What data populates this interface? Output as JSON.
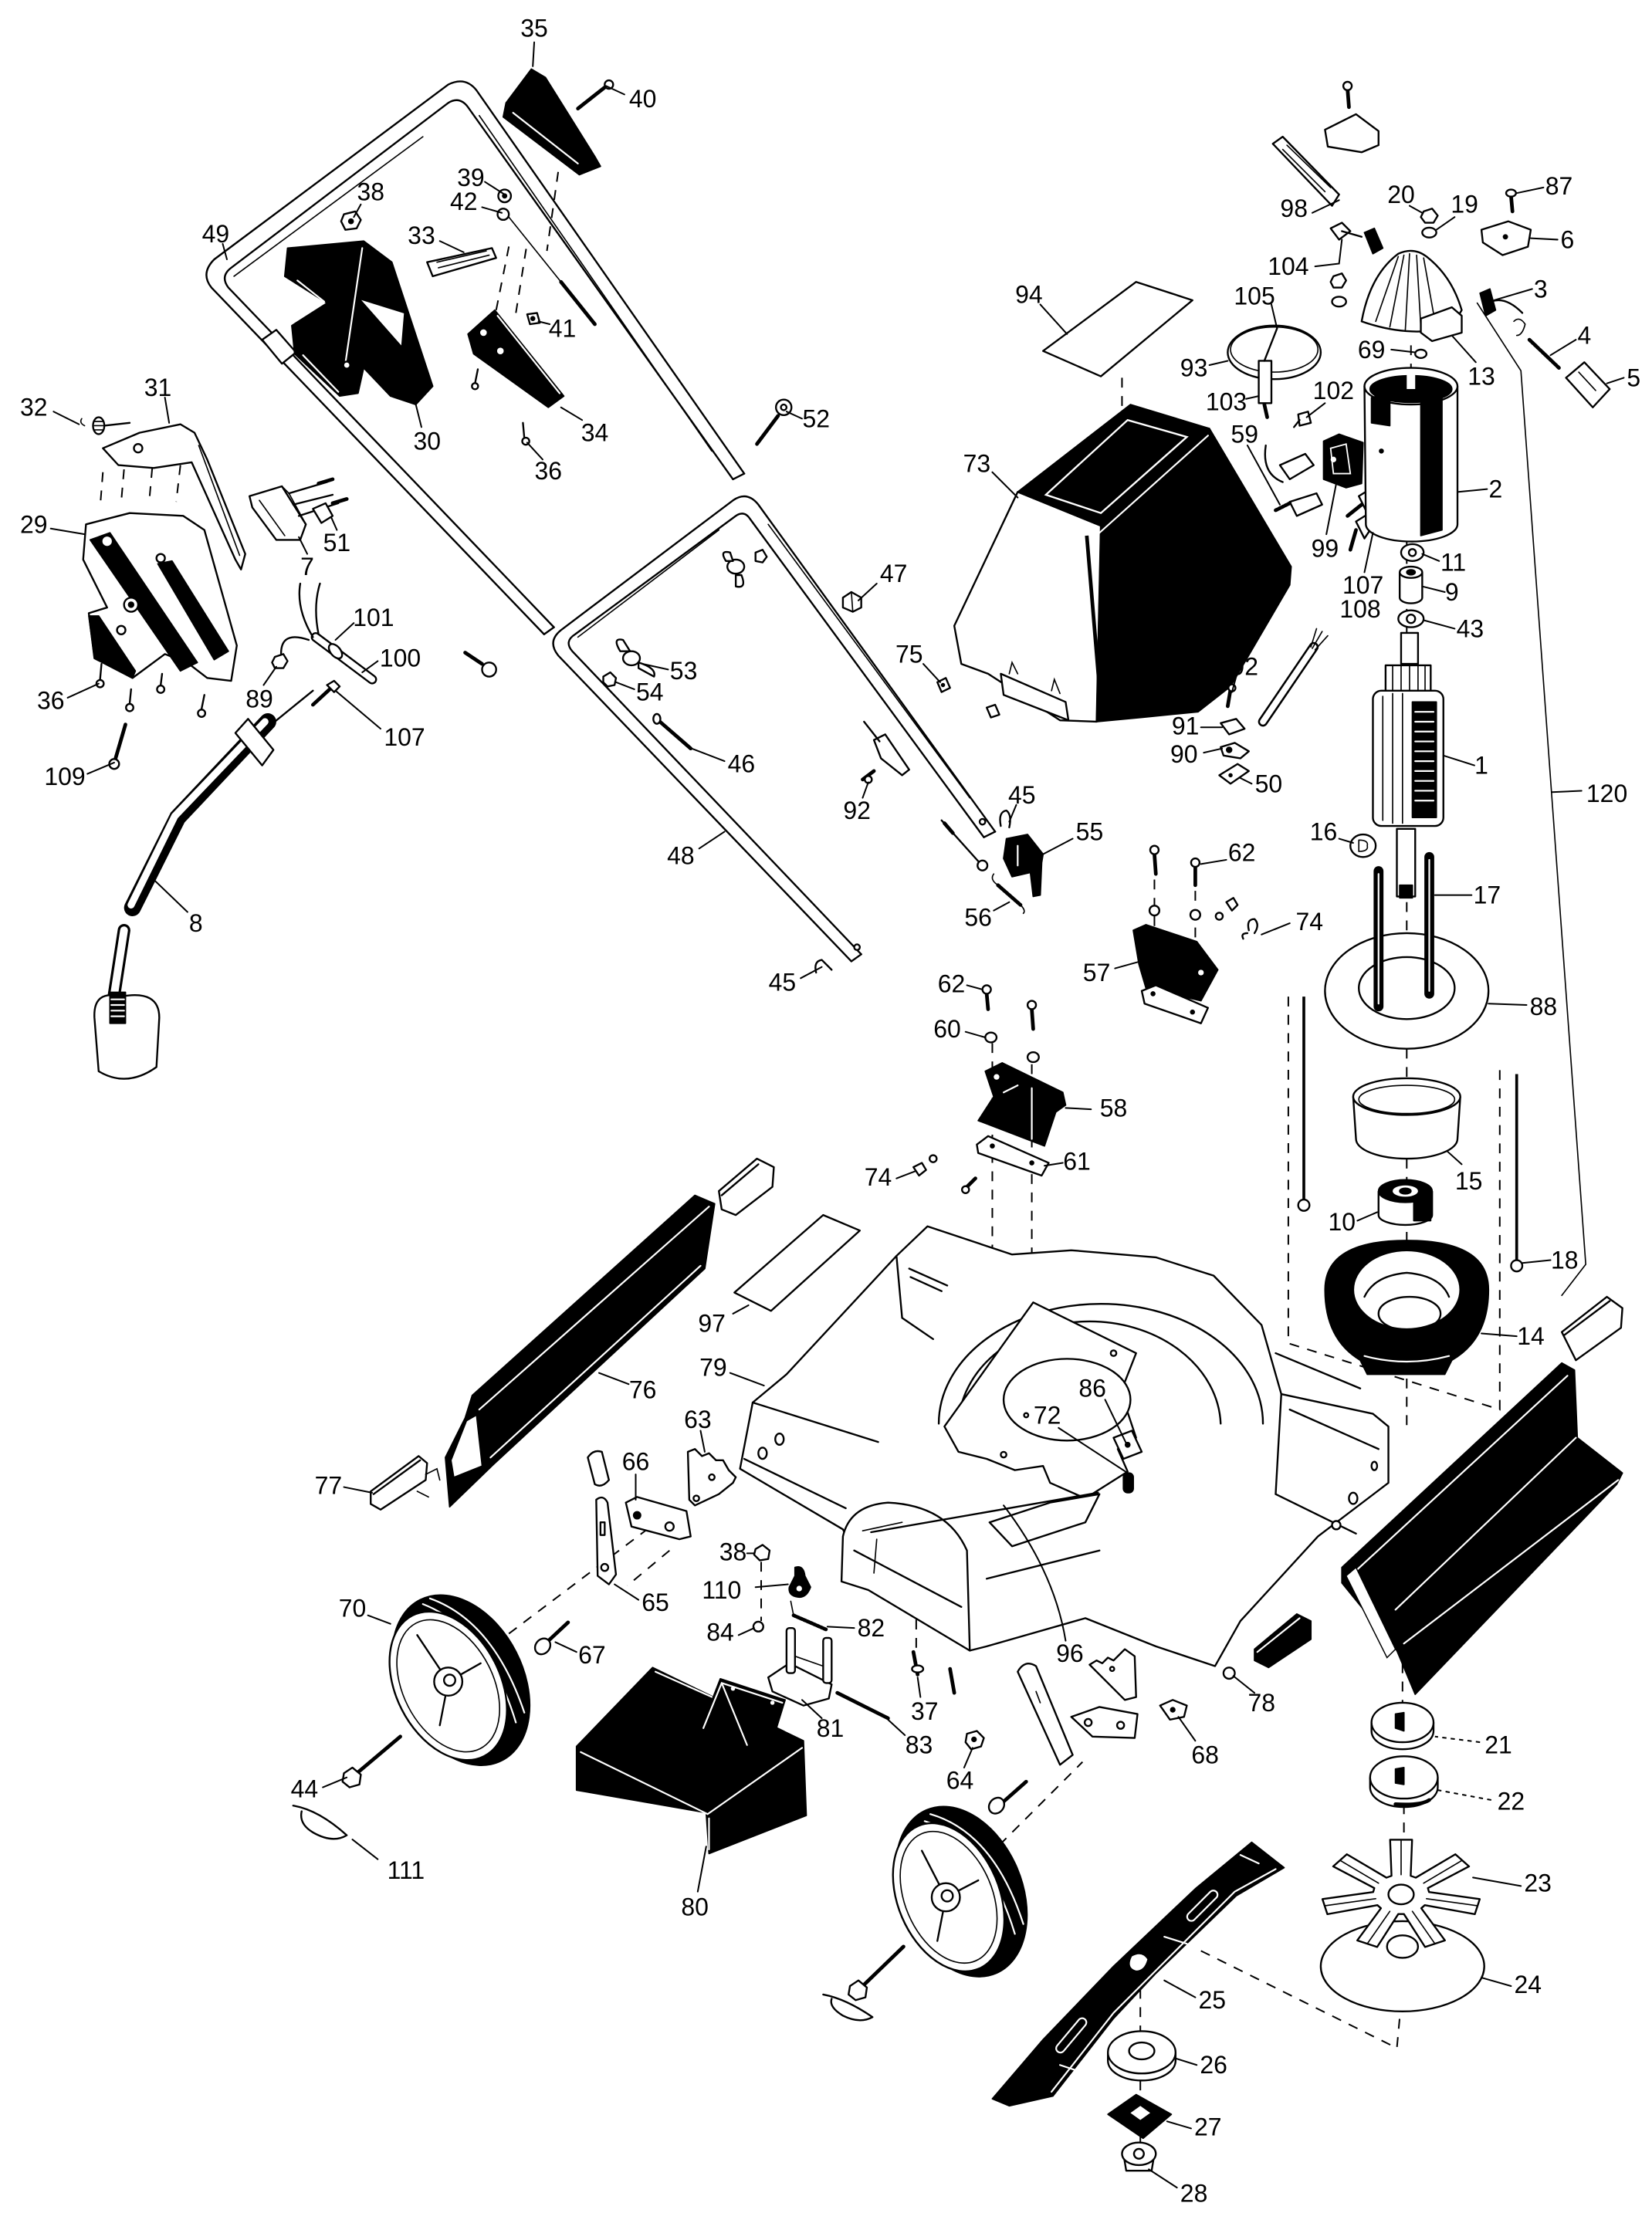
{
  "callouts": [
    "35",
    "40",
    "39",
    "42",
    "38",
    "33",
    "49",
    "41",
    "30",
    "34",
    "36",
    "52",
    "32",
    "31",
    "29",
    "51",
    "7",
    "101",
    "100",
    "89",
    "36",
    "107",
    "109",
    "8",
    "94",
    "93",
    "105",
    "103",
    "102",
    "59",
    "73",
    "99",
    "107",
    "108",
    "2",
    "11",
    "9",
    "43",
    "98",
    "104",
    "20",
    "19",
    "87",
    "6",
    "3",
    "4",
    "5",
    "13",
    "69",
    "47",
    "53",
    "54",
    "46",
    "75",
    "92",
    "48",
    "45",
    "55",
    "56",
    "45",
    "92",
    "91",
    "90",
    "50",
    "1",
    "120",
    "16",
    "62",
    "74",
    "17",
    "88",
    "57",
    "62",
    "60",
    "58",
    "61",
    "74",
    "15",
    "10",
    "18",
    "14",
    "97",
    "79",
    "76",
    "77",
    "63",
    "66",
    "65",
    "38",
    "110",
    "84",
    "82",
    "70",
    "67",
    "81",
    "86",
    "72",
    "96",
    "37",
    "83",
    "64",
    "78",
    "68",
    "44",
    "111",
    "80",
    "21",
    "22",
    "23",
    "24",
    "25",
    "26",
    "27",
    "28"
  ],
  "colors": {
    "ink": "#000000",
    "paper": "#ffffff"
  }
}
